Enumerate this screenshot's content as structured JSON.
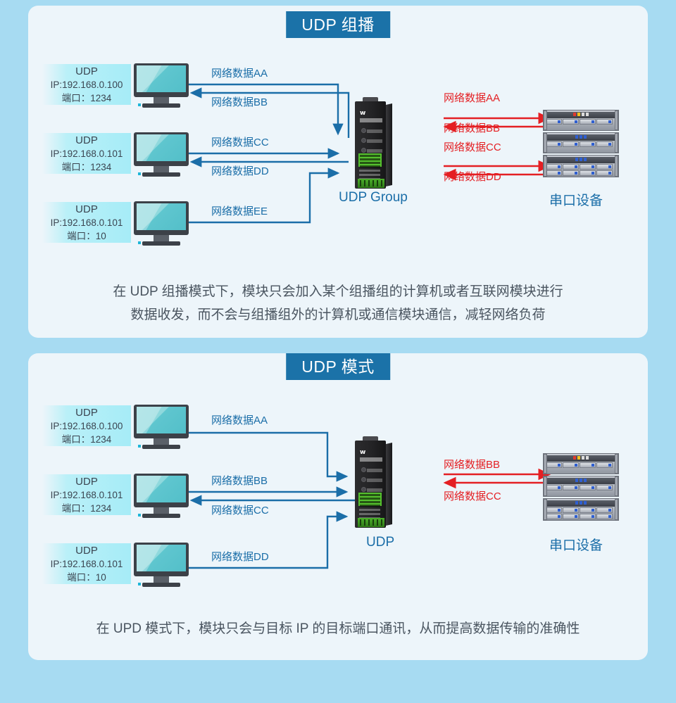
{
  "page": {
    "background_color": "#a7dbf2",
    "card_color": "#edf5fa",
    "accent_blue": "#1b72a8",
    "arrow_blue": "#1b6ea8",
    "arrow_red": "#e41f23"
  },
  "sections": [
    {
      "title": "UDP 组播",
      "hosts": [
        {
          "protocol": "UDP",
          "ip": "IP:192.168.0.100",
          "port": "端口：1234"
        },
        {
          "protocol": "UDP",
          "ip": "IP:192.168.0.101",
          "port": "端口：1234"
        },
        {
          "protocol": "UDP",
          "ip": "IP:192.168.0.101",
          "port": "端口：10"
        }
      ],
      "lan_flows": [
        {
          "label": "网络数据AA",
          "direction": "to-device"
        },
        {
          "label": "网络数据BB",
          "direction": "to-host"
        },
        {
          "label": "网络数据CC",
          "direction": "to-device"
        },
        {
          "label": "网络数据DD",
          "direction": "to-host"
        },
        {
          "label": "网络数据EE",
          "direction": "to-device"
        }
      ],
      "serial_flows": [
        {
          "label": "网络数据AA",
          "direction": "to-serial"
        },
        {
          "label": "网络数据BB",
          "direction": "to-device"
        },
        {
          "label": "网络数据CC",
          "direction": "to-serial"
        },
        {
          "label": "网络数据DD",
          "direction": "to-device"
        }
      ],
      "device_caption": "UDP Group",
      "serial_caption": "串口设备",
      "description_line1": "在 UDP 组播模式下，模块只会加入某个组播组的计算机或者互联网模块进行",
      "description_line2": "数据收发，而不会与组播组外的计算机或通信模块通信，减轻网络负荷"
    },
    {
      "title": "UDP 模式",
      "hosts": [
        {
          "protocol": "UDP",
          "ip": "IP:192.168.0.100",
          "port": "端口：1234"
        },
        {
          "protocol": "UDP",
          "ip": "IP:192.168.0.101",
          "port": "端口：1234"
        },
        {
          "protocol": "UDP",
          "ip": "IP:192.168.0.101",
          "port": "端口：10"
        }
      ],
      "lan_flows": [
        {
          "label": "网络数据AA",
          "direction": "to-device"
        },
        {
          "label": "网络数据BB",
          "direction": "to-device"
        },
        {
          "label": "网络数据CC",
          "direction": "to-host"
        },
        {
          "label": "网络数据DD",
          "direction": "to-device"
        }
      ],
      "serial_flows": [
        {
          "label": "网络数据BB",
          "direction": "to-serial"
        },
        {
          "label": "网络数据CC",
          "direction": "to-device"
        }
      ],
      "device_caption": "UDP",
      "serial_caption": "串口设备",
      "description_line1": "在 UPD 模式下，模块只会与目标 IP 的目标端口通讯，从而提高数据传输的准确性"
    }
  ],
  "device": {
    "brand": "w",
    "product_hint": "Serial Device Server"
  }
}
